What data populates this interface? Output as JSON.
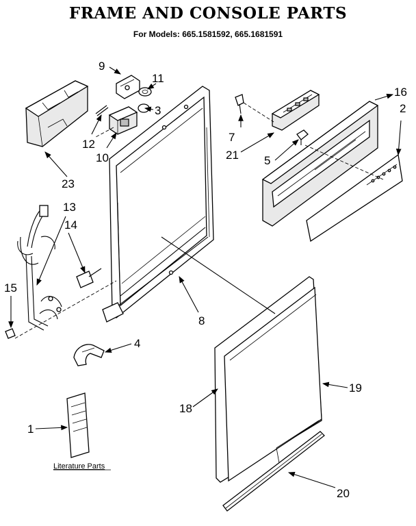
{
  "title": "FRAME AND CONSOLE PARTS",
  "subtitle": "For Models: 665.1581592, 665.1681591",
  "literature_label": "Literature Parts",
  "callouts": {
    "c1": "1",
    "c2": "2",
    "c3": "3",
    "c4": "4",
    "c5": "5",
    "c7": "7",
    "c8": "8",
    "c9": "9",
    "c10": "10",
    "c11": "11",
    "c12": "12",
    "c13": "13",
    "c14": "14",
    "c15": "15",
    "c16": "16",
    "c18": "18",
    "c19": "19",
    "c20": "20",
    "c21": "21",
    "c23": "23"
  }
}
